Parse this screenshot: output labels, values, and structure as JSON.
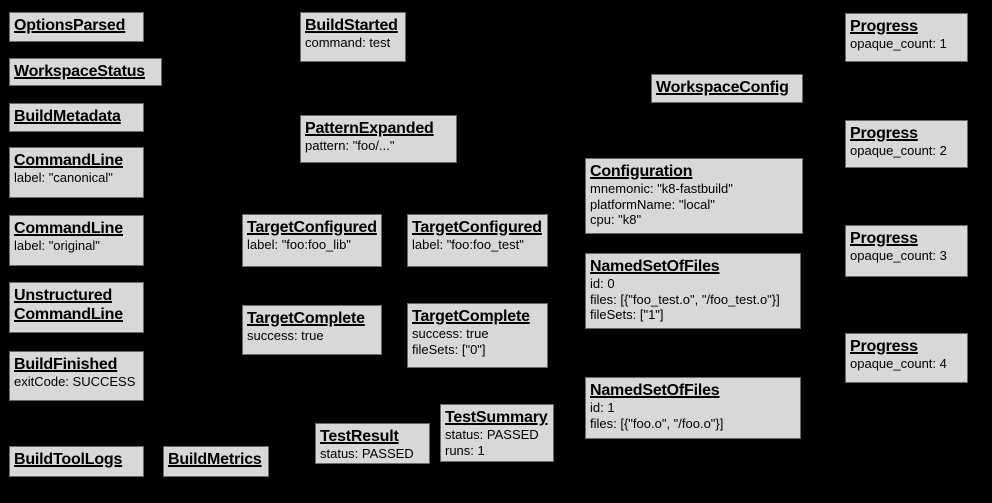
{
  "diagram": {
    "background_color": "#000000",
    "node_fill_color": "#d8d8d8",
    "node_border_color": "#696969",
    "text_color": "#000000"
  },
  "boxes": [
    {
      "id": "options-parsed",
      "title": "OptionsParsed",
      "lines": []
    },
    {
      "id": "workspace-status",
      "title": "WorkspaceStatus",
      "lines": []
    },
    {
      "id": "build-metadata",
      "title": "BuildMetadata",
      "lines": []
    },
    {
      "id": "command-line-canonical",
      "title": "CommandLine",
      "lines": [
        "label: \"canonical\""
      ]
    },
    {
      "id": "command-line-original",
      "title": "CommandLine",
      "lines": [
        "label: \"original\""
      ]
    },
    {
      "id": "unstructured-command-line",
      "title": "Unstructured CommandLine",
      "lines": []
    },
    {
      "id": "build-finished",
      "title": "BuildFinished",
      "lines": [
        "exitCode: SUCCESS"
      ]
    },
    {
      "id": "build-tool-logs",
      "title": "BuildToolLogs",
      "lines": []
    },
    {
      "id": "build-metrics",
      "title": "BuildMetrics",
      "lines": []
    },
    {
      "id": "build-started",
      "title": "BuildStarted",
      "lines": [
        "command: test"
      ]
    },
    {
      "id": "pattern-expanded",
      "title": "PatternExpanded",
      "lines": [
        "pattern: \"foo/...\""
      ]
    },
    {
      "id": "target-configured-foo-lib",
      "title": "TargetConfigured",
      "lines": [
        "label: \"foo:foo_lib\""
      ]
    },
    {
      "id": "target-configured-foo-test",
      "title": "TargetConfigured",
      "lines": [
        "label: \"foo:foo_test\""
      ]
    },
    {
      "id": "target-complete-foo-lib",
      "title": "TargetComplete",
      "lines": [
        "success: true"
      ]
    },
    {
      "id": "target-complete-foo-test",
      "title": "TargetComplete",
      "lines": [
        "success: true",
        "fileSets: [\"0\"]"
      ]
    },
    {
      "id": "test-result",
      "title": "TestResult",
      "lines": [
        "status: PASSED"
      ]
    },
    {
      "id": "test-summary",
      "title": "TestSummary",
      "lines": [
        "status: PASSED",
        "runs: 1"
      ]
    },
    {
      "id": "workspace-config",
      "title": "WorkspaceConfig",
      "lines": []
    },
    {
      "id": "configuration",
      "title": "Configuration",
      "lines": [
        "mnemonic: \"k8-fastbuild\"",
        "platformName: \"local\"",
        "cpu: \"k8\""
      ]
    },
    {
      "id": "named-set-of-files-0",
      "title": "NamedSetOfFiles",
      "lines": [
        "id: 0",
        "files: [{\"foo_test.o\", \"/foo_test.o\"}]",
        "fileSets: [\"1\"]"
      ]
    },
    {
      "id": "named-set-of-files-1",
      "title": "NamedSetOfFiles",
      "lines": [
        "id: 1",
        "files: [{\"foo.o\", \"/foo.o\"}]"
      ]
    },
    {
      "id": "progress-1",
      "title": "Progress",
      "lines": [
        "opaque_count: 1"
      ]
    },
    {
      "id": "progress-2",
      "title": "Progress",
      "lines": [
        "opaque_count: 2"
      ]
    },
    {
      "id": "progress-3",
      "title": "Progress",
      "lines": [
        "opaque_count: 3"
      ]
    },
    {
      "id": "progress-4",
      "title": "Progress",
      "lines": [
        "opaque_count: 4"
      ]
    }
  ]
}
